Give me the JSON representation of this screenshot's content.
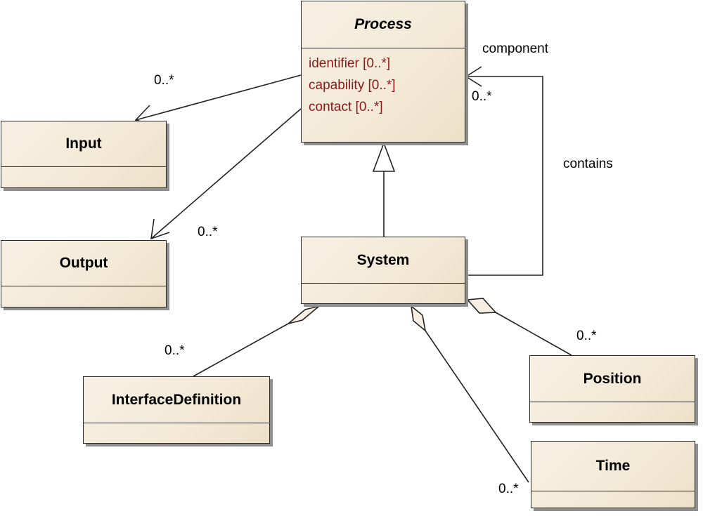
{
  "classes": {
    "process": {
      "name": "Process",
      "attributes": [
        "identifier [0..*]",
        "capability [0..*]",
        "contact [0..*]"
      ]
    },
    "input": {
      "name": "Input"
    },
    "output": {
      "name": "Output"
    },
    "system": {
      "name": "System"
    },
    "interface_definition": {
      "name": "InterfaceDefinition"
    },
    "position": {
      "name": "Position"
    },
    "time": {
      "name": "Time"
    }
  },
  "associations": {
    "process_input": {
      "multiplicity": "0..*"
    },
    "process_output": {
      "multiplicity": "0..*"
    },
    "system_process_component": {
      "role": "component",
      "multiplicity": "0..*",
      "label": "contains"
    },
    "system_interface_definition": {
      "multiplicity": "0..*"
    },
    "system_position": {
      "multiplicity": "0..*"
    },
    "system_time": {
      "multiplicity": "0..*"
    }
  },
  "generalizations": [
    {
      "child": "System",
      "parent": "Process"
    }
  ]
}
